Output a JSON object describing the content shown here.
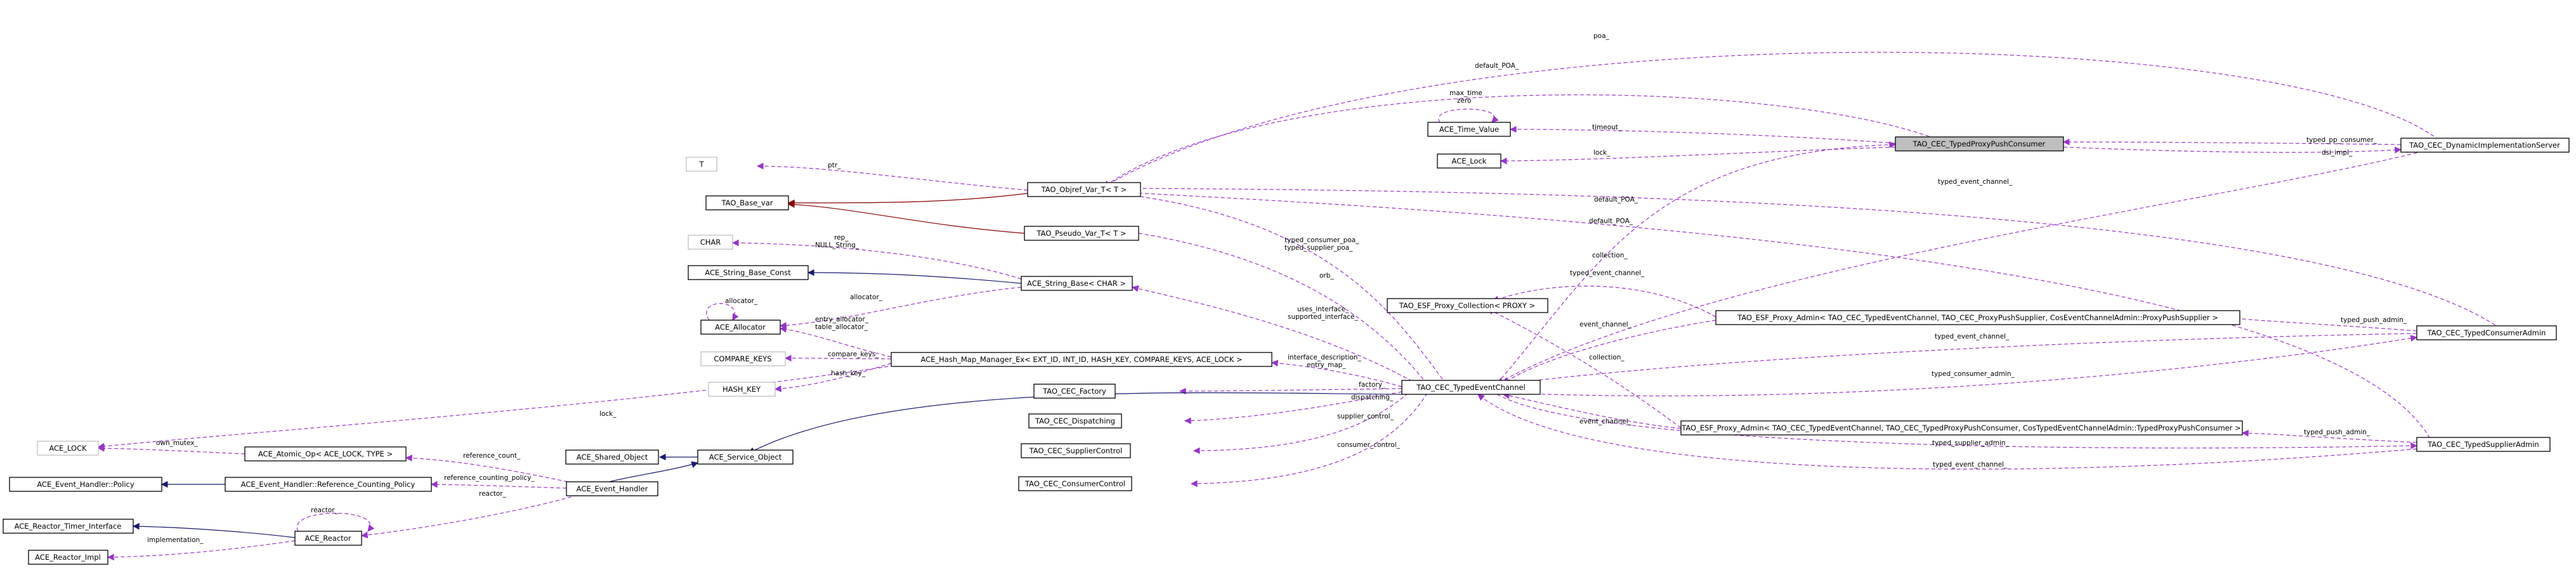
{
  "colors": {
    "usage_edge": "#9a32cd",
    "public_inheritance_edge": "#191970",
    "protected_inheritance_edge": "#8b0000",
    "focus_fill": "#bfbfbf",
    "undocumented_border": "#bfbfbf"
  },
  "nodes": {
    "n_T": "T",
    "n_tao_base_var": "TAO_Base_var",
    "n_char": "CHAR",
    "n_ace_string_base_const": "ACE_String_Base_Const",
    "n_ace_allocator": "ACE_Allocator",
    "n_compare_keys": "COMPARE_KEYS",
    "n_hash_key": "HASH_KEY",
    "n_ace_lock_t": "ACE_LOCK",
    "n_ace_atomic_op": "ACE_Atomic_Op< ACE_LOCK, TYPE >",
    "n_ace_event_handler_policy": "ACE_Event_Handler::Policy",
    "n_ace_event_handler_refpolicy": "ACE_Event_Handler::Reference_Counting_Policy",
    "n_ace_reactor_timer_interface": "ACE_Reactor_Timer_Interface",
    "n_ace_reactor_impl": "ACE_Reactor_Impl",
    "n_ace_reactor": "ACE_Reactor",
    "n_ace_event_handler": "ACE_Event_Handler",
    "n_ace_shared_object": "ACE_Shared_Object",
    "n_ace_service_object": "ACE_Service_Object",
    "n_ace_time_value": "ACE_Time_Value",
    "n_ace_lock": "ACE_Lock",
    "n_tao_objref_var": "TAO_Objref_Var_T< T >",
    "n_tao_pseudo_var": "TAO_Pseudo_Var_T< T >",
    "n_ace_string_base": "ACE_String_Base< CHAR >",
    "n_ace_hash_map_manager": "ACE_Hash_Map_Manager_Ex< EXT_ID, INT_ID, HASH_KEY, COMPARE_KEYS, ACE_LOCK >",
    "n_tao_cec_factory": "TAO_CEC_Factory",
    "n_tao_cec_dispatching": "TAO_CEC_Dispatching",
    "n_tao_cec_suppliercontrol": "TAO_CEC_SupplierControl",
    "n_tao_cec_consumercontrol": "TAO_CEC_ConsumerControl",
    "n_tao_esf_proxy_collection": "TAO_ESF_Proxy_Collection< PROXY >",
    "n_tao_cec_typedeventchannel": "TAO_CEC_TypedEventChannel",
    "n_tao_cec_typedproxypushconsumer": "TAO_CEC_TypedProxyPushConsumer",
    "n_tao_cec_dynamicimplementationserver": "TAO_CEC_DynamicImplementationServer",
    "n_tao_esf_proxy_admin_supplier": "TAO_ESF_Proxy_Admin< TAO_CEC_TypedEventChannel, TAO_CEC_ProxyPushSupplier, CosEventChannelAdmin::ProxyPushSupplier >",
    "n_tao_esf_proxy_admin_consumer": "TAO_ESF_Proxy_Admin< TAO_CEC_TypedEventChannel, TAO_CEC_TypedProxyPushConsumer, CosTypedEventChannelAdmin::TypedProxyPushConsumer >",
    "n_tao_cec_typedconsumeradmin": "TAO_CEC_TypedConsumerAdmin",
    "n_tao_cec_typedsupplieradmin": "TAO_CEC_TypedSupplierAdmin"
  },
  "edge_labels": {
    "l_poa": "poa_",
    "l_default_poa_top": "default_POA_",
    "l_max_time_zero": "max_time\nzero",
    "l_timeout": "timeout_",
    "l_lock": "lock_",
    "l_typed_pp_consumer": "typed_pp_consumer_",
    "l_dsi_impl": "dsi_impl_",
    "l_ptr": "ptr_",
    "l_typed_event_channel_dis": "typed_event_channel_",
    "l_default_poa_mid": "default_POA_",
    "l_default_poa_low": "default_POA_",
    "l_rep_null_string": "rep_\nNULL_String_",
    "l_typed_consumer_poa": "typed_consumer_poa_\ntyped_supplier_poa_",
    "l_orb": "orb_",
    "l_collection_1": "collection_",
    "l_typed_event_channel_col": "typed_event_channel_",
    "l_allocator_self": "allocator_",
    "l_allocator": "allocator_",
    "l_entry_table_allocator": "entry_allocator_\ntable_allocator_",
    "l_uses_interface": "uses_interface_\nsupported_interface_",
    "l_event_channel_1": "event_channel_",
    "l_typed_push_admin_1": "typed_push_admin_",
    "l_compare_keys": "compare_keys_",
    "l_hash_key": "hash_key_",
    "l_interface_description": "interface_description_\nentry_map_",
    "l_typed_event_channel_ca": "typed_event_channel_",
    "l_collection_2": "collection_",
    "l_factory": "factory_",
    "l_dispatching": "dispatching_",
    "l_typed_consumer_admin": "typed_consumer_admin_",
    "l_lock_mutex": "lock_",
    "l_supplier_control": "supplier_control_",
    "l_event_channel_2": "event_channel_",
    "l_typed_push_admin_2": "typed_push_admin_",
    "l_own_mutex": "own_mutex_",
    "l_typed_supplier_admin": "typed_supplier_admin_",
    "l_consumer_control": "consumer_control_",
    "l_typed_event_channel_sa": "typed_event_channel_",
    "l_reference_count": "reference_count_",
    "l_reference_counting_policy": "reference_counting_policy_",
    "l_reactor_self": "reactor_",
    "l_reactor": "reactor_",
    "l_implementation": "implementation_"
  }
}
